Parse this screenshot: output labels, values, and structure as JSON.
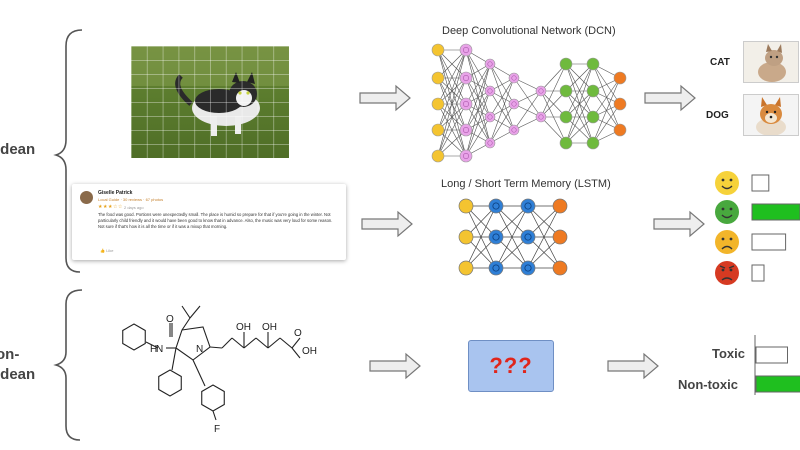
{
  "side_labels": {
    "top": "idean",
    "bottom_line1": "on-",
    "bottom_line2": "idean"
  },
  "networks": {
    "dcn_title": "Deep Convolutional Network (DCN)",
    "lstm_title": "Long / Short Term Memory (LSTM)"
  },
  "image_classes": [
    "CAT",
    "DOG"
  ],
  "review": {
    "name": "Giselle Patrick",
    "meta": "Local Guide · 30 reviews · 67 photos",
    "stars": "★★★☆☆",
    "ago": "2 days ago",
    "text": "The food was good. Portions were unexpectedly small. The place is humid so prepare for that if you're going in the winter. Not particularly child friendly and it would have been good to know that in advance. Also, the music was very loud for some reason. Not sure if that's how it is all the time or if it was a mixup that morning.",
    "like": "Like"
  },
  "sentiment_levels": [
    0.35,
    1.0,
    0.7,
    0.25
  ],
  "mystery": "???",
  "toxicity": {
    "labels": [
      "Toxic",
      "Non-toxic"
    ],
    "levels": [
      0.45,
      1.0
    ]
  },
  "molecule_atoms": [
    "O",
    "N",
    "H",
    "N",
    "OH",
    "OH",
    "O",
    "OH",
    "F"
  ],
  "colors": {
    "yellow": "#f4c430",
    "pink": "#e8a3e8",
    "green": "#6fba3e",
    "orange": "#ee7a22",
    "blue": "#2f7fd6",
    "arrow_fill": "#eeeeee",
    "bar_green": "#1fbf1f",
    "mystery_text": "#e0251b",
    "mystery_box": "#a9c4ef"
  },
  "icons": [
    "happy-face-icon",
    "smile-face-icon",
    "sad-face-icon",
    "angry-face-icon"
  ]
}
